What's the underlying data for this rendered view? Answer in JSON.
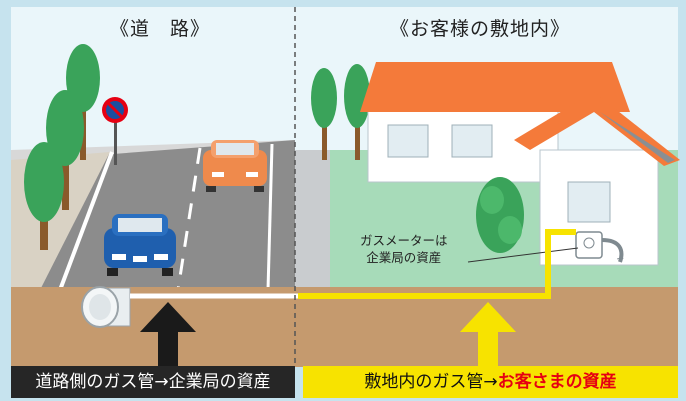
{
  "headings": {
    "road": "《道　路》",
    "property": "《お客様の敷地内》"
  },
  "meter_label": {
    "line1": "ガスメーターは",
    "line2": "企業局の資産"
  },
  "captions": {
    "road_side": "道路側のガス管→企業局の資産",
    "property_prefix": "敷地内のガス管→",
    "property_highlight": "お客さまの資産"
  },
  "colors": {
    "border": "#c6e3ee",
    "sky": "#dbeef5",
    "soil": "#c59a6e",
    "road": "#8c8c8c",
    "lawn": "#a7dbb9",
    "roof": "#f47a3a",
    "house_wall": "#ffffff",
    "tree": "#3aa35a",
    "pipe_yellow": "#f7e300",
    "arrow_black": "#1a1a1a",
    "caption_dark": "#262626",
    "caption_yellow": "#f7e300",
    "highlight_red": "#e60012"
  }
}
